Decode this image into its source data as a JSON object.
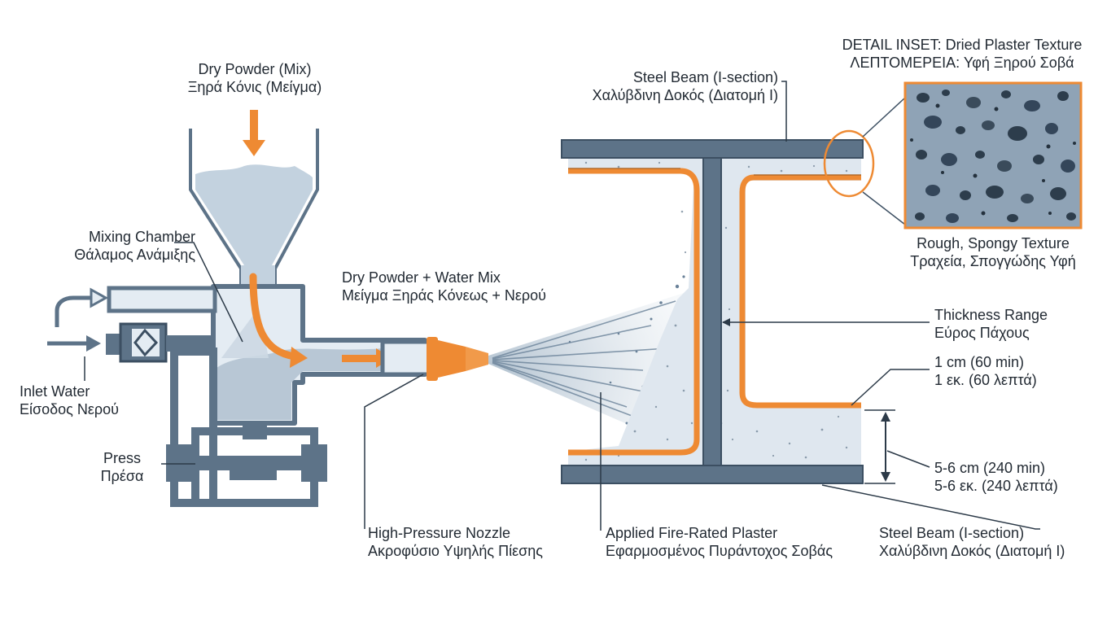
{
  "labels": {
    "dry_powder": {
      "en": "Dry Powder (Mix)",
      "el": "Ξηρά Κόνις (Μείγμα)"
    },
    "mixing_chamber": {
      "en": "Mixing Chamber",
      "el": "Θάλαμος Ανάμιξης"
    },
    "inlet_water": {
      "en": "Inlet Water",
      "el": "Είσοδος Νερού"
    },
    "press": {
      "en": "Press",
      "el": "Πρέσα"
    },
    "mix": {
      "en": "Dry Powder + Water Mix",
      "el": "Μείγμα Ξηράς Κόνεως + Νερού"
    },
    "nozzle": {
      "en": "High-Pressure Nozzle",
      "el": "Ακροφύσιο Υψηλής Πίεσης"
    },
    "plaster": {
      "en": "Applied Fire-Rated Plaster",
      "el": "Εφαρμοσμένος Πυράντοχος Σοβάς"
    },
    "beam_top": {
      "en": "Steel Beam (I-section)",
      "el": "Χαλύβδινη Δοκός (Διατομή Ι)"
    },
    "beam_bottom": {
      "en": "Steel Beam (I-section)",
      "el": "Χαλύβδινη Δοκός (Διατομή Ι)"
    },
    "detail": {
      "en": "DETAIL INSET: Dried Plaster Texture",
      "el": "ΛΕΠΤΟΜΕΡΕΙΑ: Υφή Ξηρού Σοβά"
    },
    "texture": {
      "en": "Rough, Spongy Texture",
      "el": "Τραχεία, Σπογγώδης Υφή"
    },
    "thickness": {
      "en": "Thickness Range",
      "el": "Εύρος Πάχους"
    },
    "thin": {
      "en": "1 cm (60 min)",
      "el": "1 εκ. (60 λεπτά)"
    },
    "thick": {
      "en": "5-6 cm (240 min)",
      "el": "5-6 εκ. (240 λεπτά)"
    }
  },
  "colors": {
    "steel": "#5d7388",
    "steel_dark": "#3c4f62",
    "fill_light": "#e4ecf3",
    "plaster": "#d9e3ec",
    "orange": "#ee8a33",
    "text": "#222a33"
  }
}
